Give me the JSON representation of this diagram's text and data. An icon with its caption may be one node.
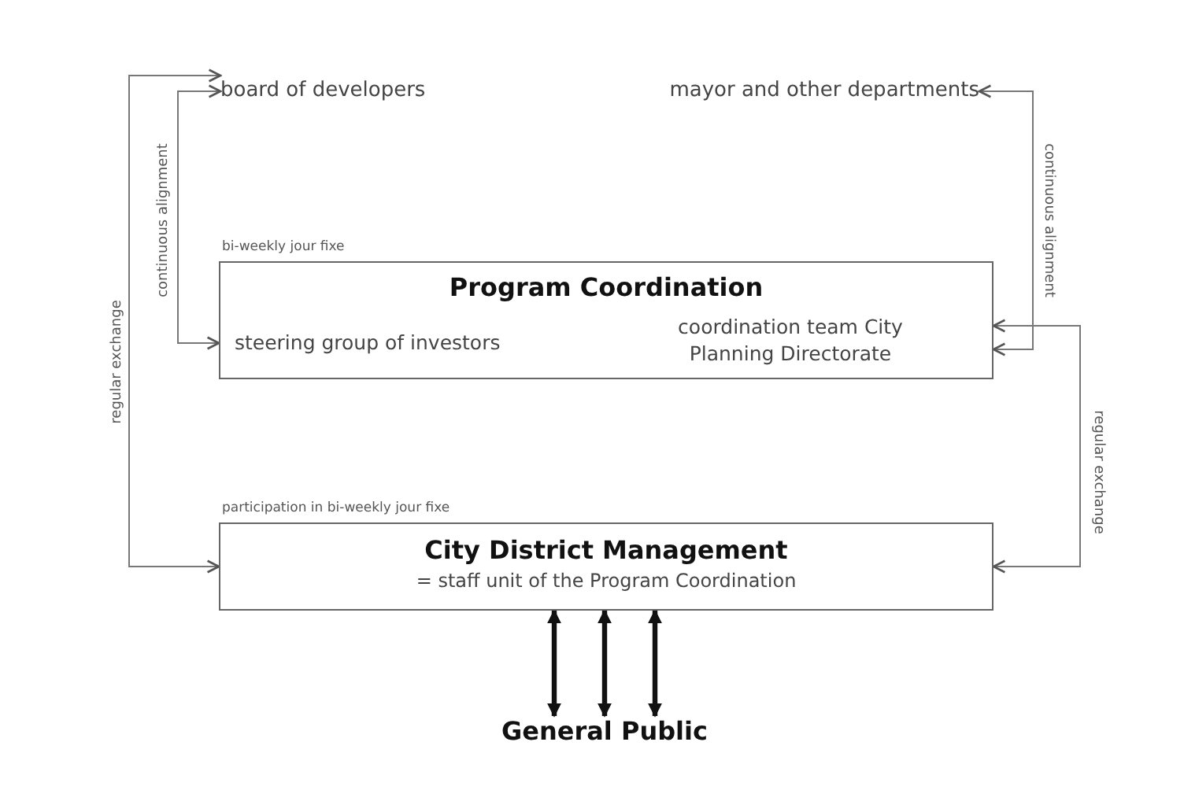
{
  "diagram": {
    "nodes": [
      {
        "text": [
          "board of developers"
        ]
      },
      {
        "text": [
          "mayor and other departments"
        ]
      },
      {
        "text": [
          "Program Coordination"
        ],
        "beside": [
          "bi-weekly jour fixe"
        ]
      },
      {
        "text": [
          "steering group of investors"
        ],
        "in": 2
      },
      {
        "text": [
          "coordination team City Planning Directorate"
        ],
        "in": 2
      },
      {
        "text": [
          "City District Management",
          "= staff unit of the Program Coordination"
        ],
        "beside": [
          "participation in bi-weekly jour fixe"
        ]
      },
      {
        "text": [
          "General Public"
        ]
      }
    ],
    "edges": [
      {
        "from": 0,
        "to": 3,
        "arrow": "both",
        "label": "continuous alignment"
      },
      {
        "from": 1,
        "to": 4,
        "arrow": "both",
        "label": "continuous alignment"
      },
      {
        "from": 0,
        "to": 5,
        "arrow": "both",
        "label": "regular exchange"
      },
      {
        "from": 4,
        "to": 5,
        "arrow": "both",
        "label": "regular exchange"
      },
      {
        "from": 5,
        "to": 6,
        "arrow": "both",
        "style": "thick",
        "color": "#111111"
      },
      {
        "from": 5,
        "to": 6,
        "arrow": "both",
        "style": "thick",
        "color": "#111111"
      },
      {
        "from": 5,
        "to": 6,
        "arrow": "both",
        "style": "thick",
        "color": "#111111"
      }
    ]
  }
}
